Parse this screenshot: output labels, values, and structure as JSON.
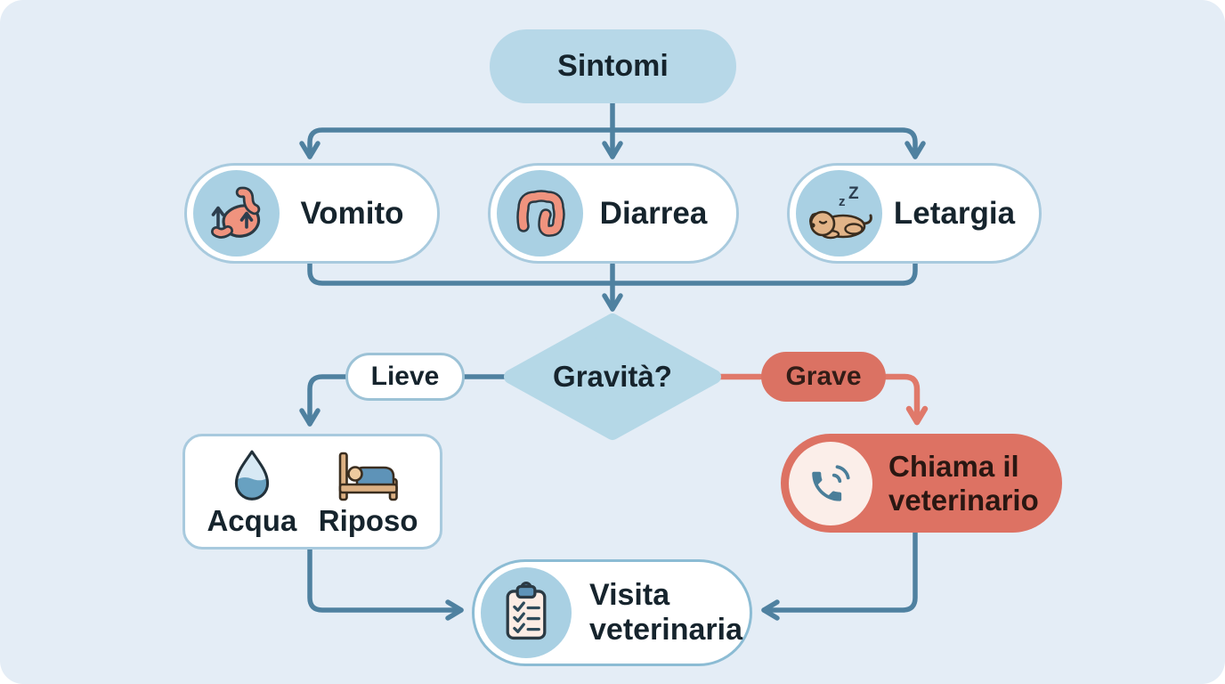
{
  "diagram": {
    "start": {
      "label": "Sintomi"
    },
    "symptoms": [
      {
        "label": "Vomito",
        "icon": "stomach-up-arrows-icon"
      },
      {
        "label": "Diarrea",
        "icon": "intestine-icon"
      },
      {
        "label": "Letargia",
        "icon": "sleeping-dog-icon"
      }
    ],
    "decision": {
      "label": "Gravità?"
    },
    "branch_mild": {
      "label": "Lieve"
    },
    "branch_severe": {
      "label": "Grave"
    },
    "mild_actions": [
      {
        "label": "Acqua",
        "icon": "water-drop-icon"
      },
      {
        "label": "Riposo",
        "icon": "bed-icon"
      }
    ],
    "severe_action": {
      "label": "Chiama il veterinario",
      "icon": "phone-icon"
    },
    "outcome": {
      "label": "Visita veterinaria",
      "icon": "clipboard-checklist-icon"
    },
    "sleep_text_small": "z",
    "sleep_text_big": "Z"
  },
  "colors": {
    "background": "#e4edf6",
    "page_frame": "#ffffff",
    "node_fill_blue": "#b7d8e8",
    "diamond_fill": "#b5d8e7",
    "node_fill_white": "#ffffff",
    "node_border_blue": "#a8cade",
    "icon_circle_blue": "#a9d0e3",
    "accent_salmon": "#dd7263",
    "salmon_circle_light": "#fbeee9",
    "arrow_blue": "#4f81a0",
    "arrow_salmon": "#e0796a",
    "text_dark": "#16242d",
    "icon_outline_dark": "#2b3a44",
    "organ_salmon": "#f0937e",
    "dog_tan": "#e2b488",
    "wood_tan": "#ddb184",
    "blanket_blue": "#5e93b8",
    "phone_blue": "#4a7e99"
  }
}
